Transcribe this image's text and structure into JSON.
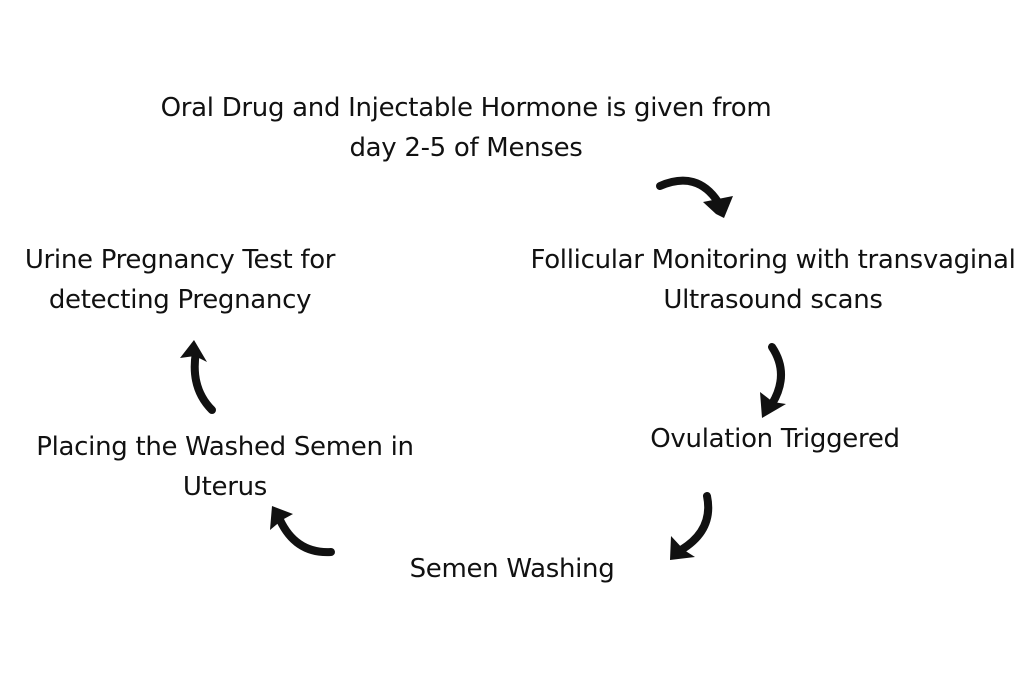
{
  "steps": [
    {
      "id": "oral-drug",
      "lines": [
        "Oral Drug and Injectable Hormone is given from",
        "day 2-5 of Menses"
      ]
    },
    {
      "id": "follicular-monitoring",
      "lines": [
        "Follicular Monitoring with transvaginal",
        "Ultrasound scans"
      ]
    },
    {
      "id": "ovulation-triggered",
      "lines": [
        "Ovulation Triggered"
      ]
    },
    {
      "id": "semen-washing",
      "lines": [
        "Semen Washing"
      ]
    },
    {
      "id": "placing-semen",
      "lines": [
        "Placing the Washed Semen in",
        "Uterus"
      ]
    },
    {
      "id": "pregnancy-test",
      "lines": [
        "Urine Pregnancy Test for",
        "detecting Pregnancy"
      ]
    }
  ],
  "arrows": [
    {
      "from": "oral-drug",
      "to": "follicular-monitoring",
      "icon": "curved-arrow-icon"
    },
    {
      "from": "follicular-monitoring",
      "to": "ovulation-triggered",
      "icon": "curved-arrow-icon"
    },
    {
      "from": "ovulation-triggered",
      "to": "semen-washing",
      "icon": "curved-arrow-icon"
    },
    {
      "from": "semen-washing",
      "to": "placing-semen",
      "icon": "curved-arrow-icon"
    },
    {
      "from": "placing-semen",
      "to": "pregnancy-test",
      "icon": "curved-arrow-icon"
    }
  ],
  "colors": {
    "text": "#111111",
    "arrow": "#111111",
    "background": "#ffffff"
  }
}
